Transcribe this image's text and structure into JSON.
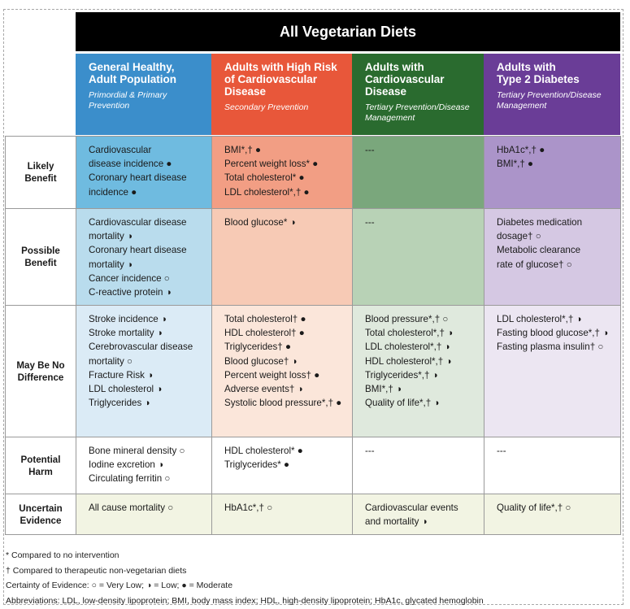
{
  "title": "All Vegetarian Diets",
  "columns": [
    {
      "title": "General Healthy,\nAdult Population",
      "subtitle": "Primordial & Primary Prevention"
    },
    {
      "title": "Adults with High Risk\nof Cardiovascular\nDisease",
      "subtitle": "Secondary Prevention"
    },
    {
      "title": "Adults with\nCardiovascular\nDisease",
      "subtitle": "Tertiary Prevention/Disease\nManagement"
    },
    {
      "title": "Adults with\nType 2 Diabetes",
      "subtitle": "Tertiary Prevention/Disease\nManagement"
    }
  ],
  "colors": {
    "header": [
      "#3b8ecb",
      "#e8573a",
      "#2a6b2f",
      "#6a3d97"
    ],
    "likely_benefit": [
      "#6fbbe0",
      "#f29e84",
      "#7aa77c",
      "#ab94c9"
    ],
    "possible_benefit": [
      "#b9dced",
      "#f7cab5",
      "#b8d2b6",
      "#d5c8e3"
    ],
    "may_be_no_difference": [
      "#dbebf6",
      "#fbe6da",
      "#dfe9dd",
      "#ece6f2"
    ],
    "potential_harm": [
      "#ffffff",
      "#ffffff",
      "#ffffff",
      "#ffffff"
    ],
    "uncertain_evidence": [
      "#f2f4e3",
      "#f2f4e3",
      "#f2f4e3",
      "#f2f4e3"
    ]
  },
  "rows": [
    {
      "label": "Likely\nBenefit",
      "cells": [
        [
          "Cardiovascular\ndisease incidence ●",
          "Coronary heart disease\nincidence ●"
        ],
        [
          "BMI*,† ●",
          "Percent weight loss* ●",
          "Total cholesterol* ●",
          "LDL cholesterol*,† ●"
        ],
        [
          "---"
        ],
        [
          "HbA1c*,† ●",
          "BMI*,† ●"
        ]
      ]
    },
    {
      "label": "Possible\nBenefit",
      "cells": [
        [
          "Cardiovascular disease\nmortality ◑",
          "Coronary heart disease\nmortality ◑",
          "Cancer incidence ○",
          "C-reactive protein ◑"
        ],
        [
          "Blood glucose* ◑"
        ],
        [
          "---"
        ],
        [
          "Diabetes medication\ndosage† ○",
          "Metabolic clearance\nrate of glucose† ○"
        ]
      ]
    },
    {
      "label": "May Be No\nDifference",
      "cells": [
        [
          "Stroke incidence ◑",
          "Stroke mortality ◑",
          "Cerebrovascular disease\nmortality ○",
          "Fracture Risk ◑",
          "LDL cholesterol ◑",
          "Triglycerides ◑"
        ],
        [
          "Total cholesterol† ●",
          "HDL cholesterol† ●",
          "Triglycerides† ●",
          "Blood glucose† ◑",
          "Percent weight loss† ●",
          "Adverse events† ◑",
          "Systolic blood pressure*,† ●"
        ],
        [
          "Blood pressure*,† ○",
          "Total cholesterol*,† ◑",
          "LDL cholesterol*,† ◑",
          "HDL cholesterol*,† ◑",
          "Triglycerides*,† ◑",
          "BMI*,† ◑",
          "Quality of life*,† ◑"
        ],
        [
          "LDL cholesterol*,† ◑",
          "Fasting blood glucose*,† ◑",
          "Fasting plasma insulin† ○"
        ]
      ]
    },
    {
      "label": "Potential\nHarm",
      "cells": [
        [
          "Bone mineral density ○",
          "Iodine excretion ◑",
          "Circulating ferritin ○"
        ],
        [
          "HDL cholesterol* ●",
          "Triglycerides* ●"
        ],
        [
          "---"
        ],
        [
          "---"
        ]
      ]
    },
    {
      "label": "Uncertain\nEvidence",
      "cells": [
        [
          "All cause mortality ○"
        ],
        [
          "HbA1c*,† ○"
        ],
        [
          "Cardiovascular events\nand mortality ◑"
        ],
        [
          "Quality of life*,† ○"
        ]
      ]
    }
  ],
  "footnotes": {
    "asterisk": "* Compared to no intervention",
    "dagger": "† Compared to therapeutic non-vegetarian diets",
    "certainty": "Certainty of Evidence: ○ = Very Low; ◑ = Low; ● = Moderate",
    "abbreviations": "Abbreviations: LDL, low-density lipoprotein; BMI, body mass index; HDL, high-density lipoprotein; HbA1c, glycated hemoglobin"
  }
}
